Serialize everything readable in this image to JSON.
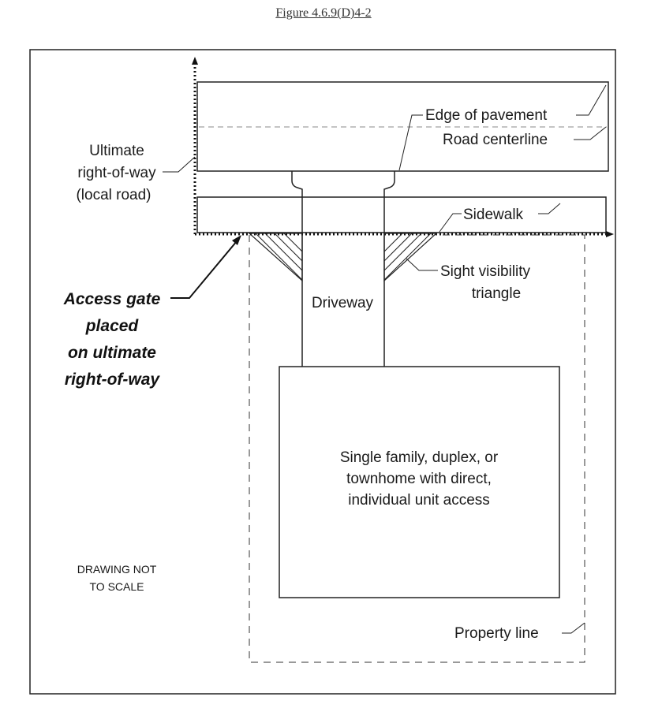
{
  "figure": {
    "title": "Figure 4.6.9(D)4-2"
  },
  "labels": {
    "edge_of_pavement": "Edge of pavement",
    "road_centerline": "Road centerline",
    "ultimate_row_line1": "Ultimate",
    "ultimate_row_line2": "right-of-way",
    "ultimate_row_line3": "(local road)",
    "sidewalk": "Sidewalk",
    "sight_line1": "Sight visibility",
    "sight_line2": "triangle",
    "driveway": "Driveway",
    "gate_line1": "Access gate",
    "gate_line2": "placed",
    "gate_line3": "on ultimate",
    "gate_line4": "right-of-way",
    "building_line1": "Single family, duplex, or",
    "building_line2": "townhome with direct,",
    "building_line3": "individual unit access",
    "scale_line1": "DRAWING NOT",
    "scale_line2": "TO SCALE",
    "property_line": "Property line"
  }
}
